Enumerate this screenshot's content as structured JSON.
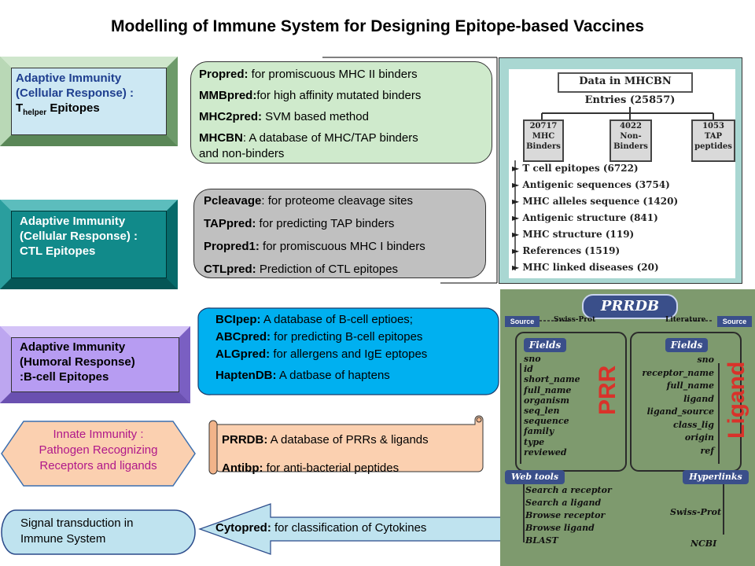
{
  "title": "Modelling of Immune System for Designing Epitope-based Vaccines",
  "boxes": {
    "thelper": {
      "line1": "Adaptive Immunity",
      "line2": "(Cellular Response) :",
      "line3_main": "T",
      "line3_sub": "helper",
      "line3_rest": " Epitopes"
    },
    "ctl": {
      "line1": "Adaptive Immunity",
      "line2": "(Cellular Response) :",
      "line3": "CTL Epitopes"
    },
    "bcell": {
      "line1": "Adaptive Immunity",
      "line2": "(Humoral Response)",
      "line3": ":B-cell Epitopes"
    },
    "innate": {
      "line1": "Innate Immunity :",
      "line2": "Pathogen Recognizing",
      "line3": "Receptors and ligands"
    },
    "signal": {
      "line1": "Signal transduction in",
      "line2": "Immune System"
    }
  },
  "tools": {
    "group1": [
      {
        "name": "Propred:",
        "desc": " for promiscuous MHC II binders"
      },
      {
        "name": "MMBpred:",
        "desc": "for high affinity mutated binders"
      },
      {
        "name": "MHC2pred:",
        "desc": " SVM based method"
      },
      {
        "name": "MHCBN",
        "desc": ": A database of MHC/TAP binders",
        "desc2": "and non-binders"
      }
    ],
    "group2": [
      {
        "name": "Pcleavage",
        "desc": ": for proteome cleavage sites"
      },
      {
        "name": "TAPpred:",
        "desc": " for predicting TAP binders"
      },
      {
        "name": "Propred1:",
        "desc": " for promiscuous MHC I binders"
      },
      {
        "name": "CTLpred:",
        "desc": " Prediction of CTL epitopes"
      }
    ],
    "group3": [
      {
        "name": "BCIpep:",
        "desc": " A database of B-cell eptioes;"
      },
      {
        "name": "ABCpred:",
        "desc": " for predicting B-cell epitopes"
      },
      {
        "name": "ALGpred:",
        "desc": " for allergens and IgE eptopes"
      },
      {
        "name": "HaptenDB:",
        "desc": " A datbase of haptens"
      }
    ],
    "group4": [
      {
        "name": "PRRDB:",
        "desc": " A database of PRRs & ligands"
      },
      {
        "name": "Antibp:",
        "desc": " for anti-bacterial peptides"
      }
    ],
    "group5": [
      {
        "name": "Cytopred:",
        "desc": " for classification of Cytokines"
      }
    ]
  },
  "mhcbn": {
    "title": "Data in MHCBN",
    "entries": "Entries (25857)",
    "mhc_binders": [
      "20717",
      "MHC",
      "Binders"
    ],
    "non_binders": [
      "4022",
      "Non-",
      "Binders"
    ],
    "tap": [
      "1053",
      "TAP",
      "peptides"
    ],
    "list": [
      {
        "label": "T cell epitopes",
        "count": "(6722)"
      },
      {
        "label": "Antigenic sequences",
        "count": "(3754)"
      },
      {
        "label": "MHC alleles sequence",
        "count": "(1420)"
      },
      {
        "label": "Antigenic structure",
        "count": "(841)"
      },
      {
        "label": "MHC structure",
        "count": "(119)"
      },
      {
        "label": "References",
        "count": "(1519)"
      },
      {
        "label": "MHC linked diseases",
        "count": "(20)"
      }
    ]
  },
  "prrdb": {
    "title": "PRRDB",
    "source_left": "Source",
    "swissprot": "Swiss-Prot",
    "literature": "Literature",
    "source_right": "Source",
    "fields_label": "Fields",
    "fields_left": [
      "sno",
      "id",
      "short_name",
      "full_name",
      "organism",
      "seq_len",
      "sequence",
      "family",
      "type",
      "reviewed"
    ],
    "fields_right": [
      "sno",
      "receptor_name",
      "full_name",
      "ligand",
      "ligand_source",
      "class_lig",
      "origin",
      "ref"
    ],
    "prr": "PRR",
    "ligand": "Ligand",
    "webtools_label": "Web tools",
    "webtools": [
      "Search a receptor",
      "Search a ligand",
      "Browse receptor",
      "Browse ligand",
      "BLAST"
    ],
    "hyperlinks_label": "Hyperlinks",
    "hyperlinks": [
      "Swiss-Prot",
      "NCBI"
    ]
  }
}
